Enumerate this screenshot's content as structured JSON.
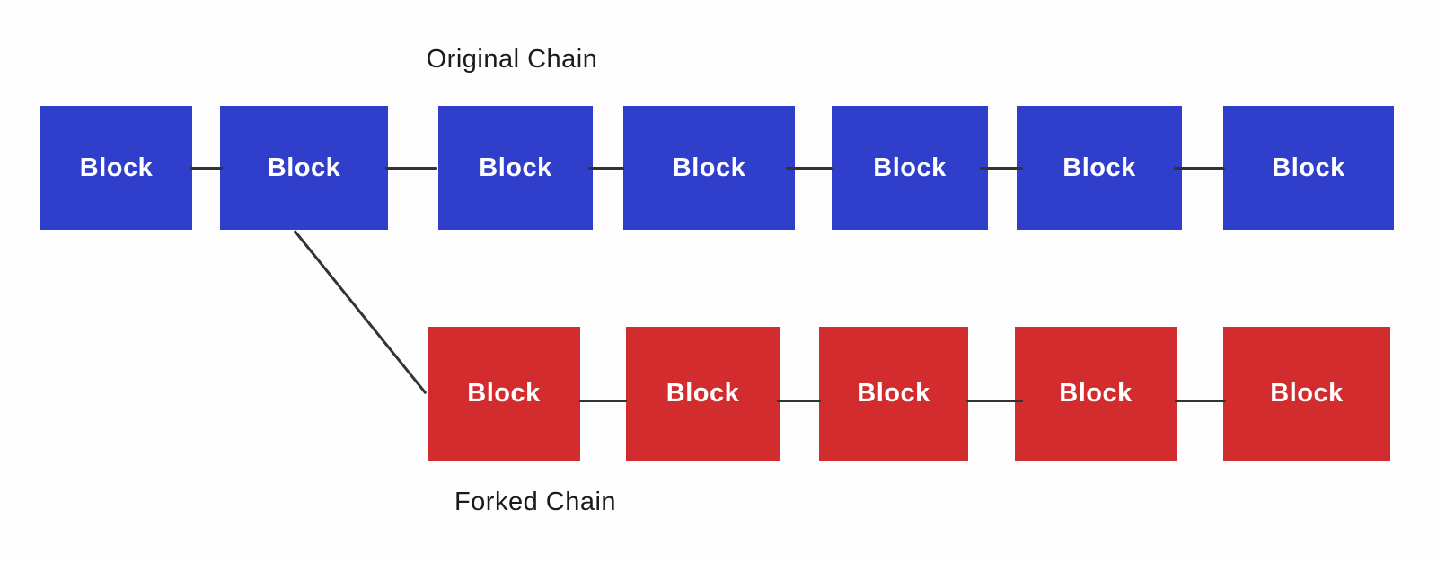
{
  "diagram": {
    "original_chain": {
      "title": "Original Chain",
      "blocks": [
        {
          "label": "Block"
        },
        {
          "label": "Block"
        },
        {
          "label": "Block"
        },
        {
          "label": "Block"
        },
        {
          "label": "Block"
        },
        {
          "label": "Block"
        },
        {
          "label": "Block"
        }
      ]
    },
    "forked_chain": {
      "title": "Forked Chain",
      "blocks": [
        {
          "label": "Block"
        },
        {
          "label": "Block"
        },
        {
          "label": "Block"
        },
        {
          "label": "Block"
        },
        {
          "label": "Block"
        }
      ]
    },
    "colors": {
      "original_block": "#2f3ecb",
      "forked_block": "#d22c2f",
      "connector": "#333333",
      "title_text": "#1a1a1a",
      "block_text": "#ffffff"
    }
  }
}
